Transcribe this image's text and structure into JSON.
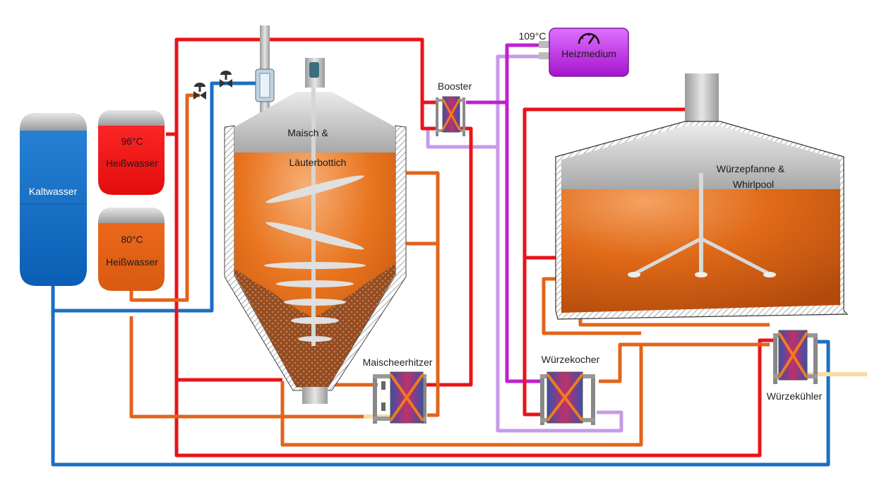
{
  "tanks": {
    "cold_water": {
      "label": "Kaltwasser"
    },
    "hot_water_96": {
      "temp": "96°C",
      "label": "Heißwasser"
    },
    "hot_water_80": {
      "temp": "80°C",
      "label": "Heißwasser"
    },
    "mash_tun": {
      "line1": "Maisch &",
      "line2": "Läuterbottich"
    },
    "wort_kettle": {
      "line1": "Würzepfanne &",
      "line2": "Whirlpool"
    }
  },
  "heat_medium": {
    "label": "Heizmedium",
    "temp": "109°C"
  },
  "exchangers": {
    "booster": "Booster",
    "mash_heater": "Maischeerhitzer",
    "wort_boiler": "Würzekocher",
    "wort_cooler": "Würzekühler"
  },
  "colors": {
    "red": "#e8141a",
    "orange": "#e2641b",
    "blue": "#1b6fc2",
    "purple": "#c020d0",
    "lilac": "#c79ae8",
    "cream": "#f7dca4"
  }
}
